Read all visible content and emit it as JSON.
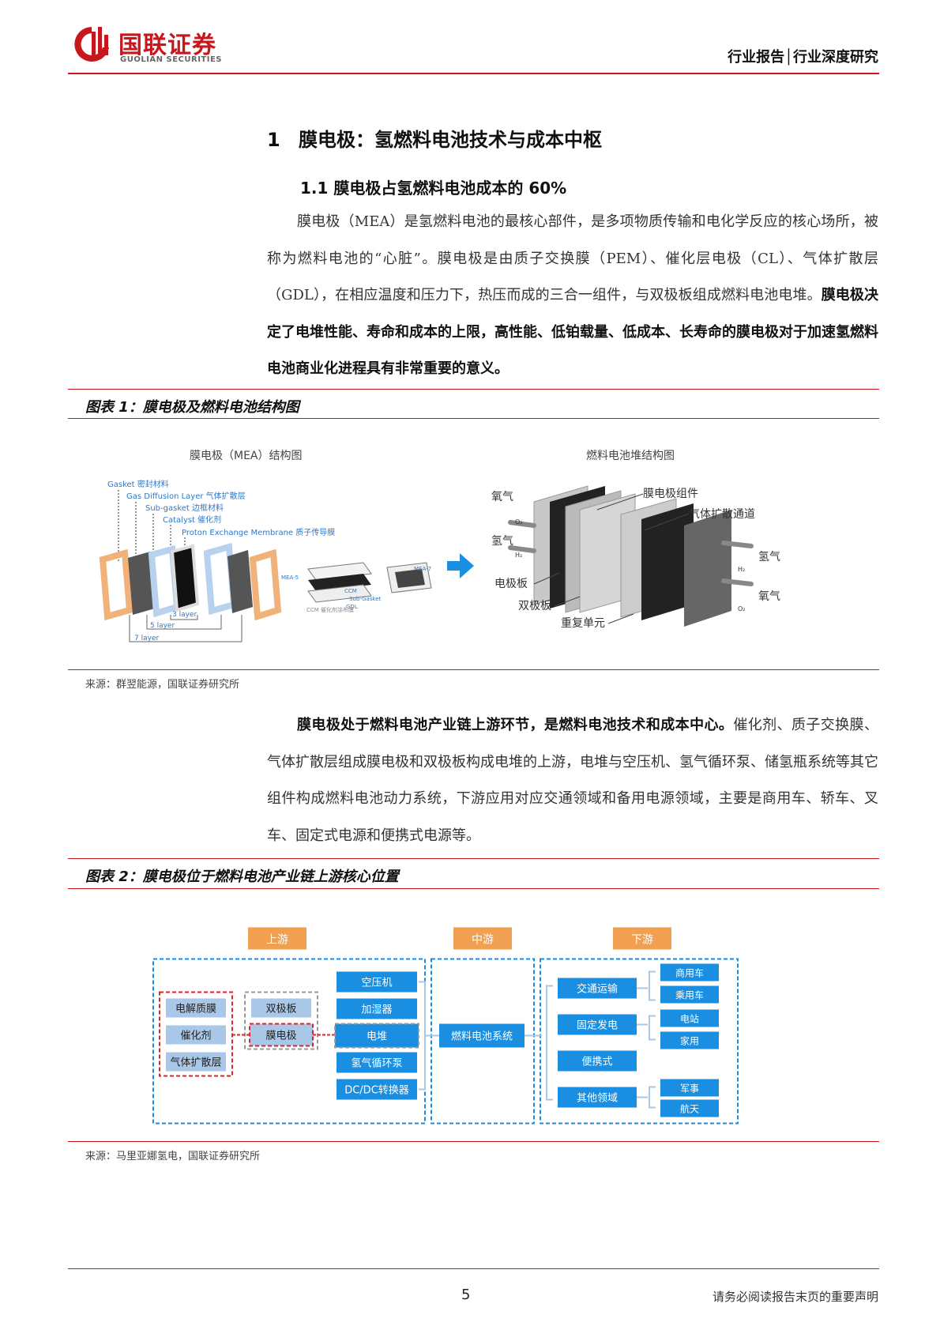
{
  "header": {
    "logo_cn": "国联证券",
    "logo_en": "GUOLIAN SECURITIES",
    "right": "行业报告│行业深度研究"
  },
  "section": {
    "num": "1",
    "title": "膜电极：氢燃料电池技术与成本中枢"
  },
  "subsection": {
    "title": "1.1 膜电极占氢燃料电池成本的 60%"
  },
  "para1": {
    "text": "膜电极（MEA）是氢燃料电池的最核心部件，是多项物质传输和电化学反应的核心场所，被称为燃料电池的“心脏”。膜电极是由质子交换膜（PEM）、催化层电极（CL）、气体扩散层（GDL），在相应温度和压力下，热压而成的三合一组件，与双极板组成燃料电池电堆。",
    "bold": "膜电极决定了电堆性能、寿命和成本的上限，高性能、低铂载量、低成本、长寿命的膜电极对于加速氢燃料电池商业化进程具有非常重要的意义。"
  },
  "fig1": {
    "title": "图表 1：膜电极及燃料电池结构图",
    "left_caption": "膜电极（MEA）结构图",
    "right_caption": "燃料电池堆结构图",
    "mea_labels": [
      "Gasket 密封材料",
      "Gas Diffusion Layer 气体扩散层",
      "Sub-gasket 边框材料",
      "Catalyst 催化剂",
      "Proton Exchange Membrane 质子传导膜"
    ],
    "mea_small": [
      "MEA-5",
      "CCM",
      "Sub-Gasket",
      "GDL",
      "MEA-7",
      "CCM 催化剂涂布膜"
    ],
    "layers": [
      "3 layer",
      "5 layer",
      "7 layer"
    ],
    "stack_labels": [
      "氧气",
      "氢气",
      "电极板",
      "双极板",
      "重复单元",
      "膜电极组件",
      "气体扩散通道",
      "氢气",
      "氧气"
    ],
    "stack_chem": [
      "O₂",
      "H₂",
      "H₂",
      "O₂"
    ],
    "source": "来源：群翌能源，国联证券研究所"
  },
  "para2": {
    "bold": "膜电极处于燃料电池产业链上游环节，是燃料电池技术和成本中心。",
    "text": "催化剂、质子交换膜、气体扩散层组成膜电极和双极板构成电堆的上游，电堆与空压机、氢气循环泵、储氢瓶系统等其它组件构成燃料电池动力系统，下游应用对应交通领域和备用电源领域，主要是商用车、轿车、叉车、固定式电源和便携式电源等。"
  },
  "fig2": {
    "title": "图表 2：膜电极位于燃料电池产业链上游核心位置",
    "stages": [
      "上游",
      "中游",
      "下游"
    ],
    "materials": [
      "电解质膜",
      "催化剂",
      "气体扩散层"
    ],
    "parts": [
      "双极板",
      "膜电极"
    ],
    "components": [
      "空压机",
      "加湿器",
      "电堆",
      "氢气循环泵",
      "DC/DC转换器"
    ],
    "system": "燃料电池系统",
    "apps": [
      "交通运输",
      "固定发电",
      "便携式",
      "其他领域"
    ],
    "subapps": [
      "商用车",
      "乘用车",
      "电站",
      "家用",
      "军事",
      "航天"
    ],
    "source": "来源：马里亚娜氢电，国联证券研究所"
  },
  "footer": {
    "page": "5",
    "disclaimer": "请务必阅读报告末页的重要声明"
  },
  "colors": {
    "brand_red": "#c8161d",
    "orange": "#f0a050",
    "blue": "#1a8ee0"
  }
}
